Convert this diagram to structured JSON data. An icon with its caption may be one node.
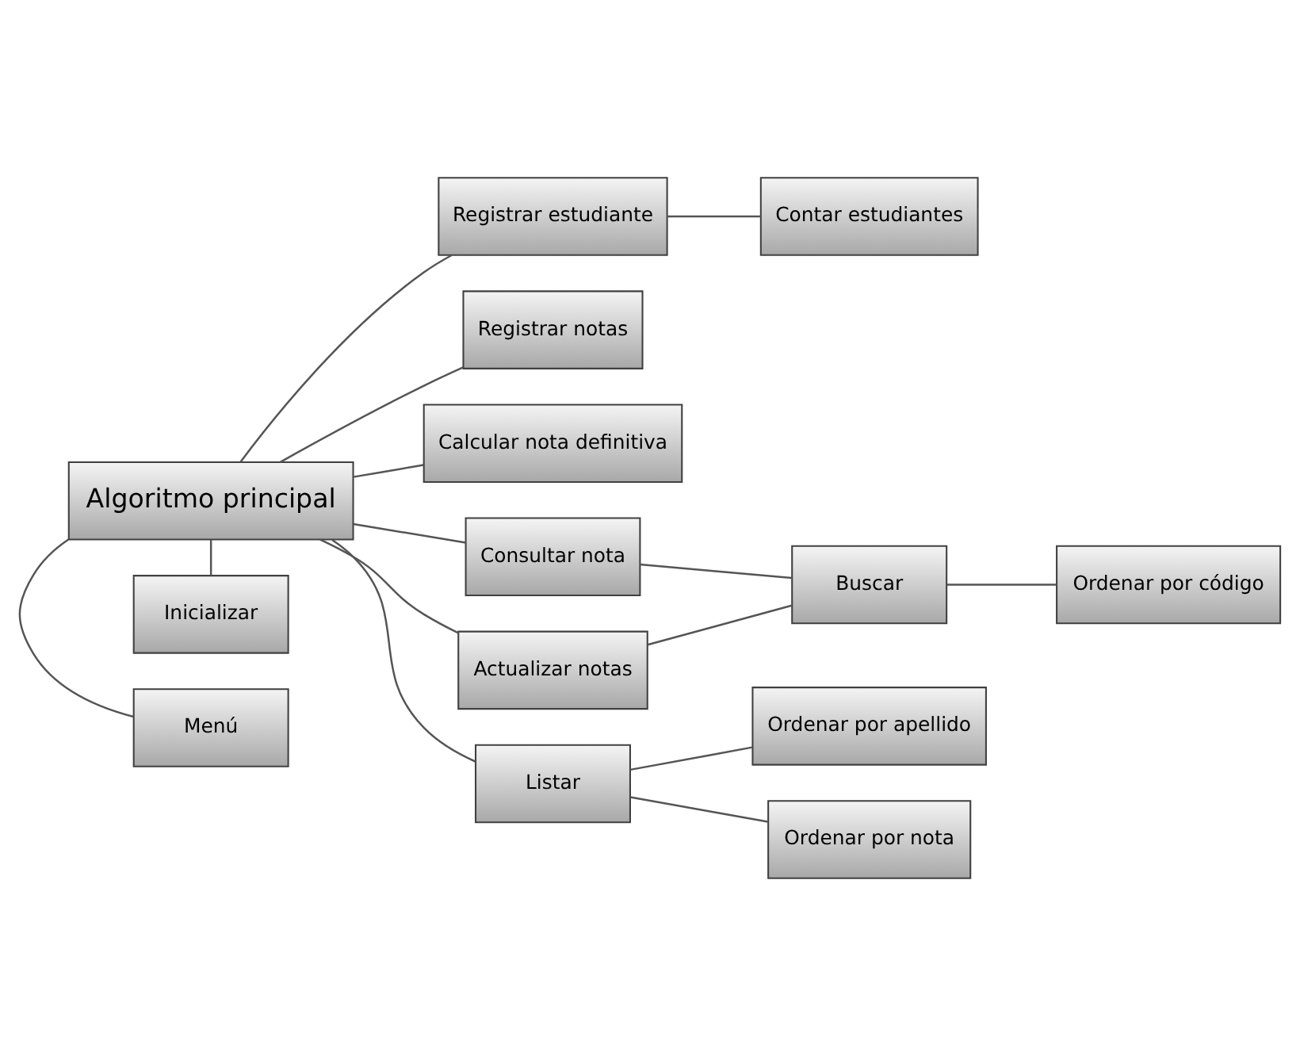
{
  "diagram": {
    "nodes": [
      {
        "text": [
          "Menú"
        ]
      },
      {
        "text": [
          "Algoritmo principal"
        ]
      },
      {
        "text": [
          "Inicializar"
        ]
      },
      {
        "text": [
          "Registrar estudiante"
        ]
      },
      {
        "text": [
          "Contar estudiantes"
        ]
      },
      {
        "text": [
          "Registrar notas"
        ]
      },
      {
        "text": [
          "Calcular nota definitiva"
        ]
      },
      {
        "text": [
          "Consultar nota"
        ]
      },
      {
        "text": [
          "Actualizar notas"
        ]
      },
      {
        "text": [
          "Buscar"
        ]
      },
      {
        "text": [
          "Ordenar por código"
        ]
      },
      {
        "text": [
          "Listar"
        ]
      },
      {
        "text": [
          "Ordenar por apellido"
        ]
      },
      {
        "text": [
          "Ordenar por nota"
        ]
      }
    ],
    "edges": [
      {
        "from": 1,
        "to": 0,
        "arrow": "none"
      },
      {
        "from": 1,
        "to": 2,
        "arrow": "none"
      },
      {
        "from": 1,
        "to": 3,
        "arrow": "none"
      },
      {
        "from": 3,
        "to": 4,
        "arrow": "none"
      },
      {
        "from": 1,
        "to": 5,
        "arrow": "none"
      },
      {
        "from": 1,
        "to": 6,
        "arrow": "none"
      },
      {
        "from": 1,
        "to": 7,
        "arrow": "none"
      },
      {
        "from": 1,
        "to": 8,
        "arrow": "none"
      },
      {
        "from": 7,
        "to": 9,
        "arrow": "none"
      },
      {
        "from": 8,
        "to": 9,
        "arrow": "none"
      },
      {
        "from": 9,
        "to": 10,
        "arrow": "none"
      },
      {
        "from": 1,
        "to": 11,
        "arrow": "none"
      },
      {
        "from": 11,
        "to": 12,
        "arrow": "none"
      },
      {
        "from": 11,
        "to": 13,
        "arrow": "none"
      }
    ]
  }
}
